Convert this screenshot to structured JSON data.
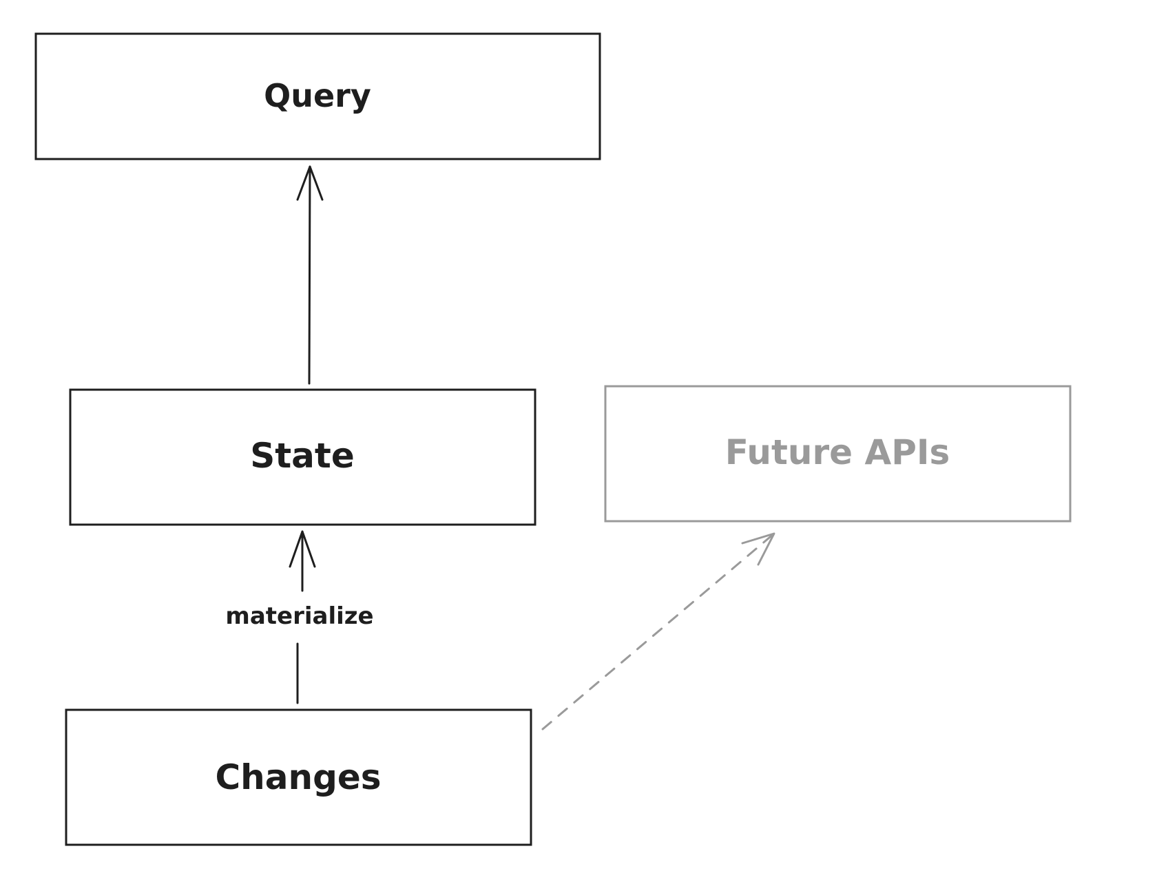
{
  "nodes": {
    "query": {
      "label": "Query"
    },
    "state": {
      "label": "State"
    },
    "changes": {
      "label": "Changes"
    },
    "future_apis": {
      "label": "Future APIs",
      "status": "future"
    }
  },
  "edges": {
    "state_to_query": {
      "from": "State",
      "to": "Query",
      "style": "solid"
    },
    "changes_to_state": {
      "from": "Changes",
      "to": "State",
      "style": "solid",
      "label": "materialize"
    },
    "changes_to_future": {
      "from": "Changes",
      "to": "Future APIs",
      "style": "dashed"
    }
  },
  "colors": {
    "ink": "#1e1e1e",
    "muted": "#9a9a9a",
    "background": "#ffffff"
  }
}
